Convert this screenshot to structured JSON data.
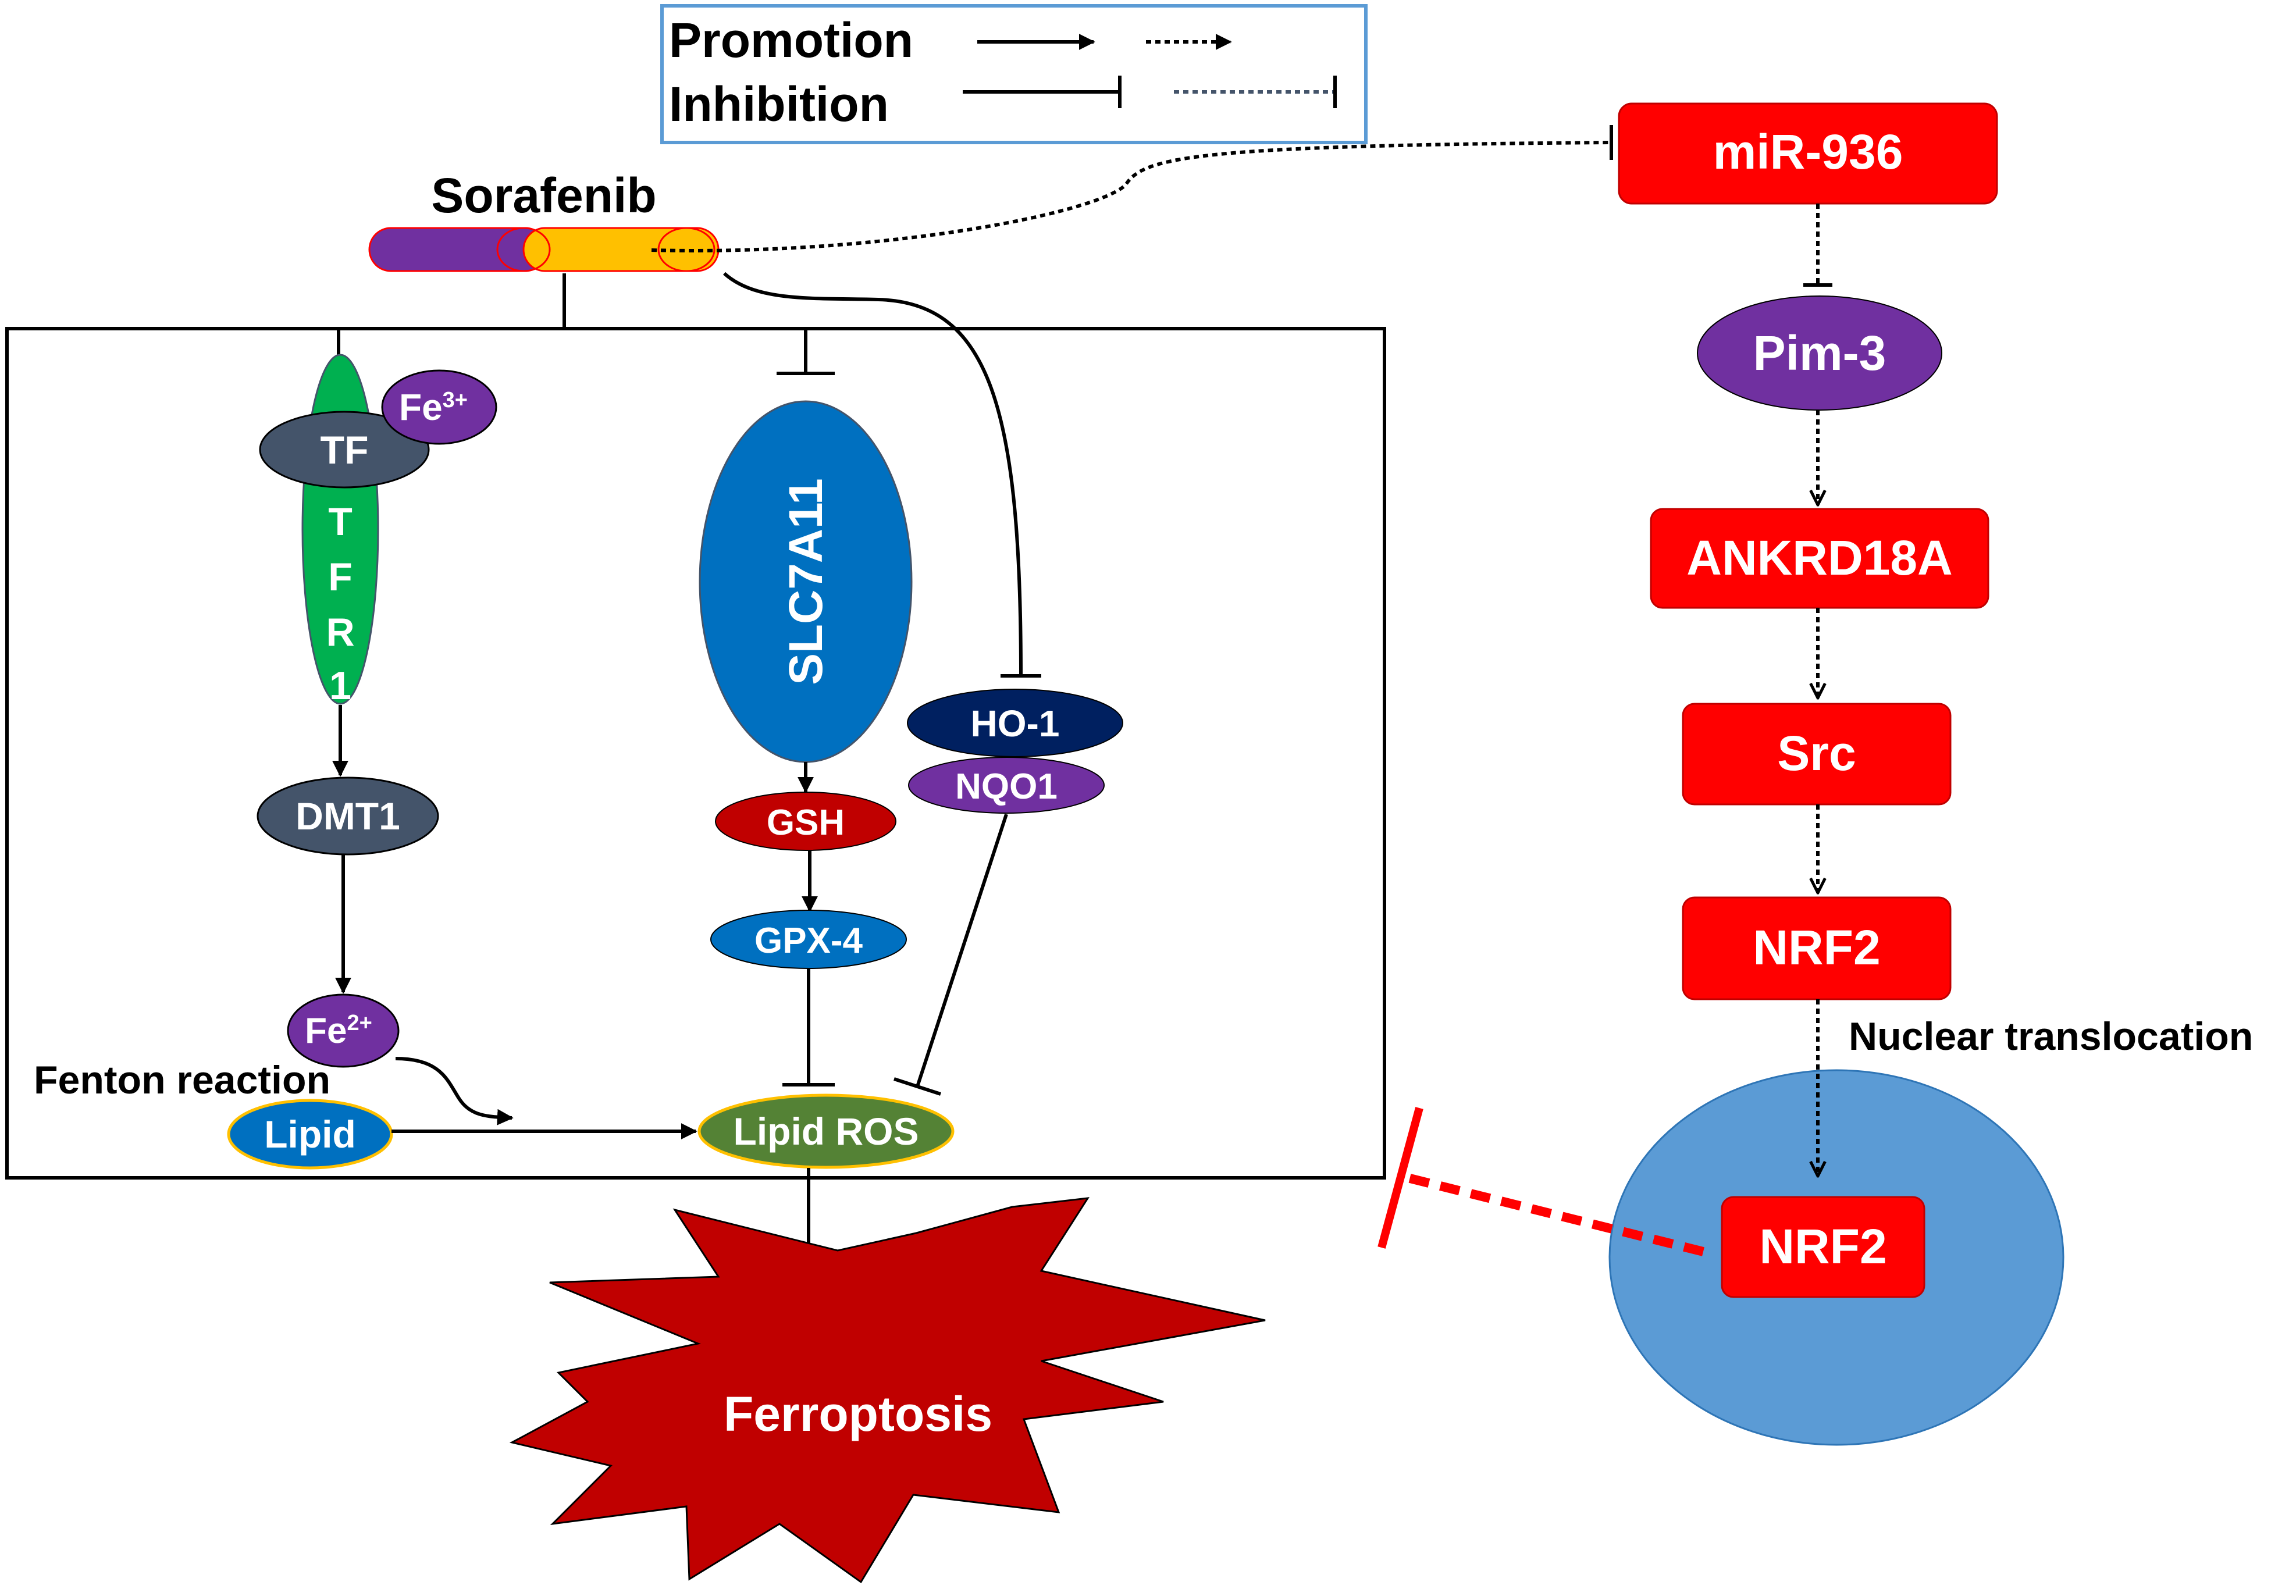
{
  "legend": {
    "promotion_label": "Promotion",
    "inhibition_label": "Inhibition"
  },
  "drug": {
    "label": "Sorafenib"
  },
  "left_pathway": {
    "tf": "TF",
    "fe3_base": "Fe",
    "fe3_sup": "3+",
    "tfr1_letters": [
      "T",
      "F",
      "R",
      "1"
    ],
    "dmt1": "DMT1",
    "fe2_base": "Fe",
    "fe2_sup": "2+",
    "fenton": "Fenton reaction",
    "lipid": "Lipid"
  },
  "middle_pathway": {
    "slc7a11": "SLC7A11",
    "gsh": "GSH",
    "gpx4": "GPX-4",
    "lipid_ros": "Lipid ROS",
    "ho1": "HO-1",
    "nqo1": "NQO1"
  },
  "outcome": {
    "ferroptosis": "Ferroptosis"
  },
  "right_pathway": {
    "mir936": "miR-936",
    "pim3": "Pim-3",
    "ankrd18a": "ANKRD18A",
    "src": "Src",
    "nrf2_cyto": "NRF2",
    "translocation": "Nuclear translocation",
    "nrf2_nuclear": "NRF2"
  },
  "colors": {
    "red_box": "#ff0000",
    "purple": "#7030a0",
    "slate": "#44546a",
    "green": "#00b050",
    "blue": "#0070c0",
    "dark_red": "#c00000",
    "navy": "#002060",
    "olive": "#548235",
    "nucleus": "#5b9bd5",
    "drug_yellow": "#ffc000"
  }
}
